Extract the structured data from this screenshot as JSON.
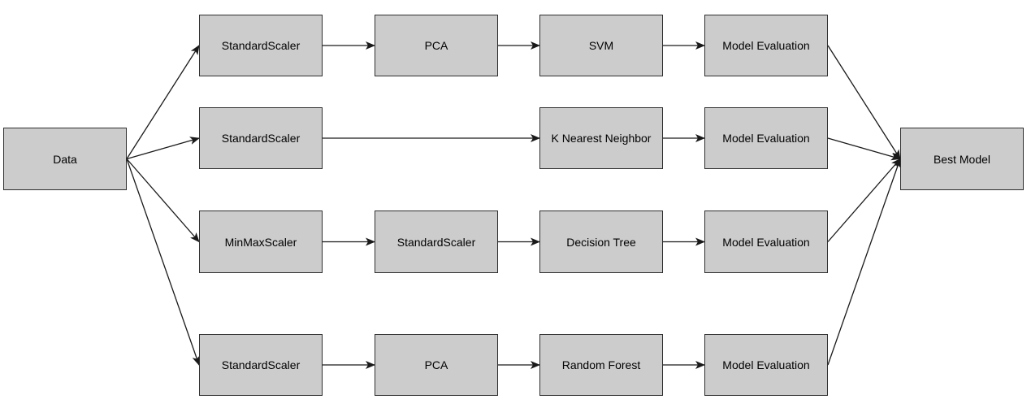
{
  "colors": {
    "node_fill": "#cccccc",
    "node_border": "#2f2f2f",
    "edge": "#1a1a1a",
    "background": "#ffffff"
  },
  "nodes": {
    "data": "Data",
    "best_model": "Best Model",
    "pipeline_1": {
      "scaler": "StandardScaler",
      "reducer": "PCA",
      "model": "SVM",
      "evaluation": "Model Evaluation"
    },
    "pipeline_2": {
      "scaler": "StandardScaler",
      "model": "K Nearest Neighbor",
      "evaluation": "Model Evaluation"
    },
    "pipeline_3": {
      "scaler_a": "MinMaxScaler",
      "scaler_b": "StandardScaler",
      "model": "Decision Tree",
      "evaluation": "Model Evaluation"
    },
    "pipeline_4": {
      "scaler": "StandardScaler",
      "reducer": "PCA",
      "model": "Random Forest",
      "evaluation": "Model Evaluation"
    }
  },
  "edges": [
    {
      "from": "n-data",
      "to": "n-r1-scaler"
    },
    {
      "from": "n-data",
      "to": "n-r2-scaler"
    },
    {
      "from": "n-data",
      "to": "n-r3-minmax"
    },
    {
      "from": "n-data",
      "to": "n-r4-scaler"
    },
    {
      "from": "n-r1-scaler",
      "to": "n-r1-pca"
    },
    {
      "from": "n-r1-pca",
      "to": "n-r1-svm"
    },
    {
      "from": "n-r1-svm",
      "to": "n-r1-eval"
    },
    {
      "from": "n-r2-scaler",
      "to": "n-r2-knn"
    },
    {
      "from": "n-r2-knn",
      "to": "n-r2-eval"
    },
    {
      "from": "n-r3-minmax",
      "to": "n-r3-scaler"
    },
    {
      "from": "n-r3-scaler",
      "to": "n-r3-dt"
    },
    {
      "from": "n-r3-dt",
      "to": "n-r3-eval"
    },
    {
      "from": "n-r4-scaler",
      "to": "n-r4-pca"
    },
    {
      "from": "n-r4-pca",
      "to": "n-r4-rf"
    },
    {
      "from": "n-r4-rf",
      "to": "n-r4-eval"
    },
    {
      "from": "n-r1-eval",
      "to": "n-best"
    },
    {
      "from": "n-r2-eval",
      "to": "n-best"
    },
    {
      "from": "n-r3-eval",
      "to": "n-best"
    },
    {
      "from": "n-r4-eval",
      "to": "n-best"
    }
  ]
}
